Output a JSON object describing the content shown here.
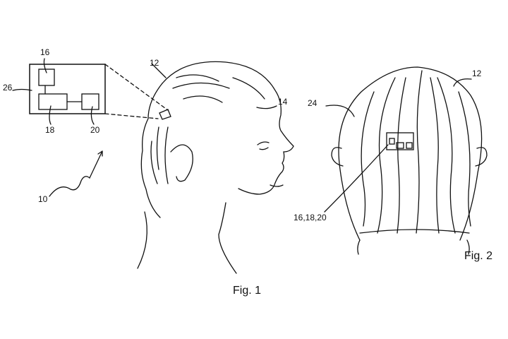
{
  "figure1": {
    "caption": "Fig. 1",
    "labels": {
      "device_box": "26",
      "component_a": "16",
      "component_b": "18",
      "component_c": "20",
      "hair": "12",
      "head": "14",
      "system": "10"
    }
  },
  "figure2": {
    "caption": "Fig. 2",
    "labels": {
      "hair": "12",
      "scalp_strand": "24",
      "components": "16,18,20"
    }
  },
  "colors": {
    "line": "#111111",
    "background": "#ffffff"
  }
}
